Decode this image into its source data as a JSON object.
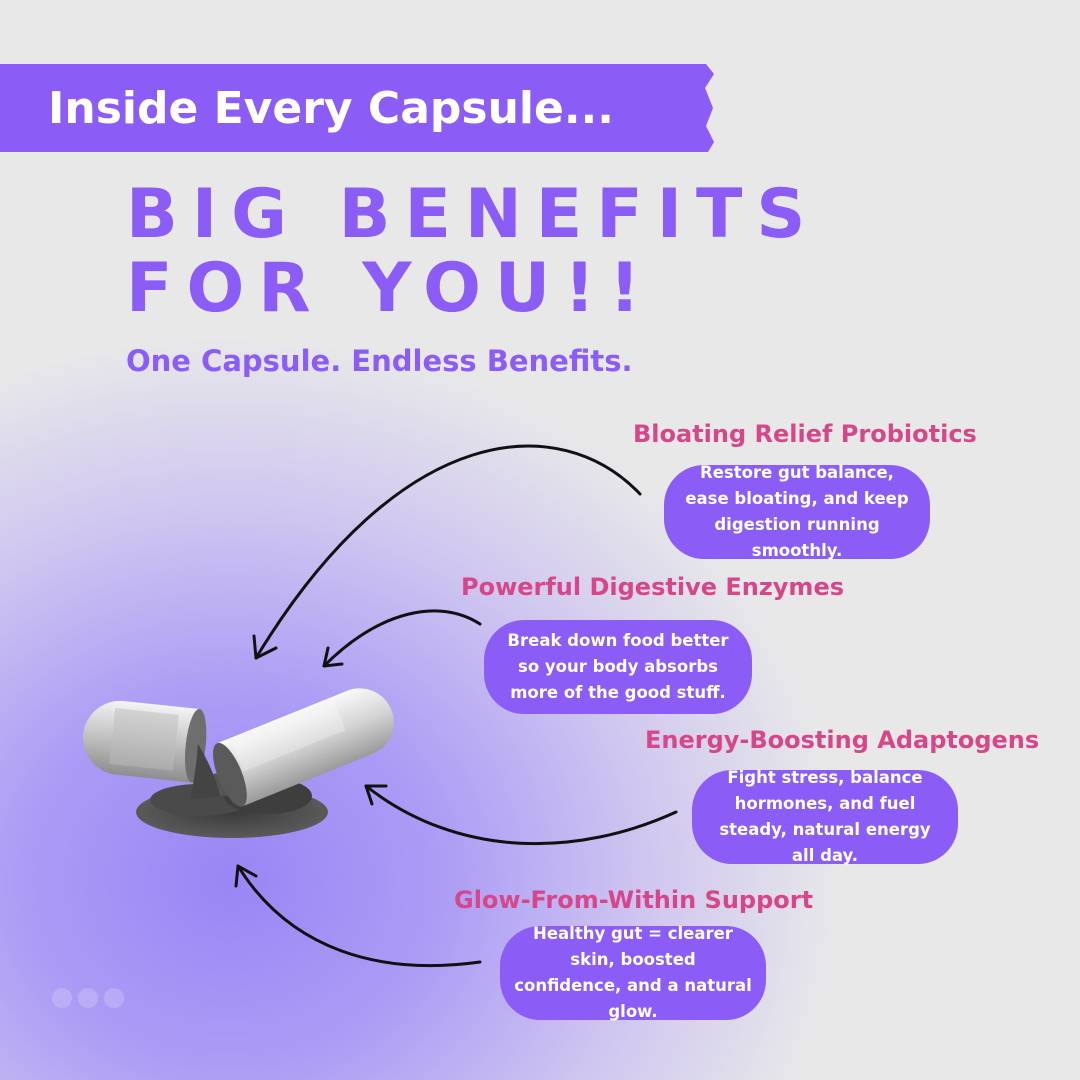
{
  "banner": {
    "text": "Inside Every Capsule..."
  },
  "headline": {
    "line1": "BIG BENEFITS",
    "line2": "FOR YOU!!"
  },
  "subheadline": "One Capsule. Endless Benefits.",
  "benefits": [
    {
      "title": "Bloating Relief Probiotics",
      "description": "Restore gut balance, ease bloating, and keep digestion running smoothly."
    },
    {
      "title": "Powerful Digestive Enzymes",
      "description": "Break down food better so your body absorbs more of the good stuff."
    },
    {
      "title": "Energy-Boosting Adaptogens",
      "description": "Fight stress, balance hormones, and fuel steady, natural energy all day."
    },
    {
      "title": "Glow-From-Within Support",
      "description": "Healthy gut = clearer skin, boosted confidence, and a natural glow."
    }
  ],
  "colors": {
    "brand_purple": "#8b5cf6",
    "title_pink": "#d6478a",
    "background": "#e8e8e9",
    "pill_text": "#ffffff"
  },
  "image": {
    "icon": "open-capsule-powder-icon"
  }
}
